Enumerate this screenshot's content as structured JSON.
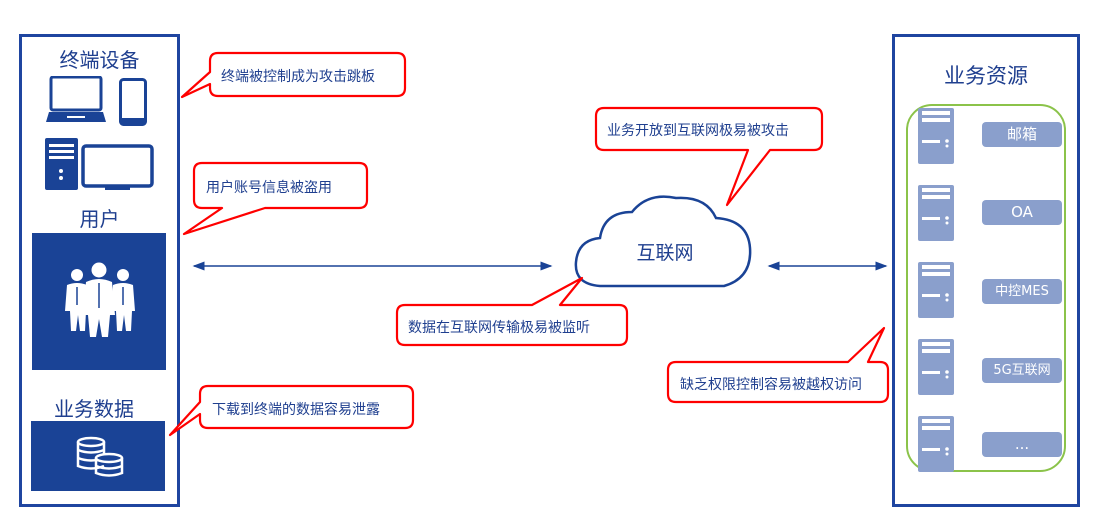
{
  "left_panel": {
    "terminal_title": "终端设备",
    "user_title": "用户",
    "data_title": "业务数据"
  },
  "right_panel": {
    "title": "业务资源",
    "resources": [
      "邮箱",
      "OA",
      "中控MES",
      "5G互联网",
      "..."
    ]
  },
  "cloud": {
    "label": "互联网"
  },
  "callouts": [
    "终端被控制成为攻击跳板",
    "用户账号信息被盗用",
    "业务开放到互联网极易被攻击",
    "数据在互联网传输极易被监听",
    "缺乏权限控制容易被越权访问",
    "下载到终端的数据容易泄露"
  ],
  "colors": {
    "panel_border": "#1f45a0",
    "callout_border": "#ff0000",
    "resource_group": "#8bc34a",
    "server": "#8a9fcc"
  }
}
